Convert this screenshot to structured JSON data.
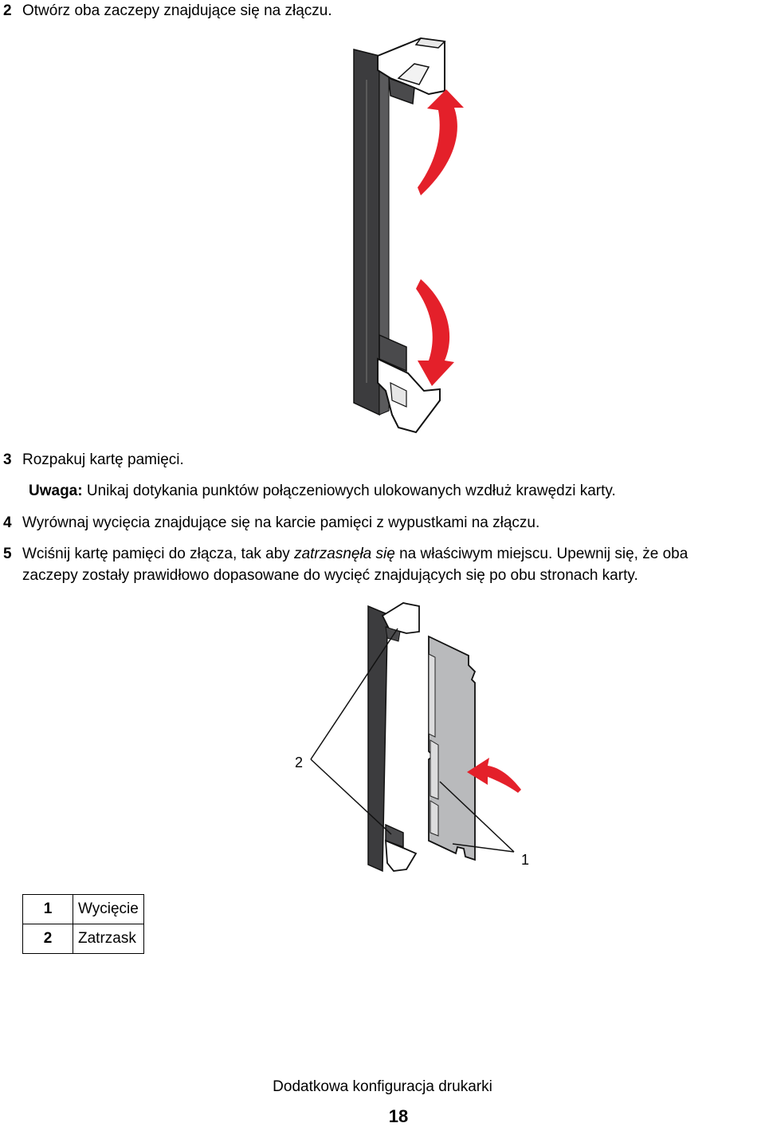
{
  "steps": [
    {
      "num": "2",
      "text": "Otwórz oba zaczepy znajdujące się na złączu."
    },
    {
      "num": "3",
      "text": "Rozpakuj kartę pamięci."
    },
    {
      "num": "4",
      "text": "Wyrównaj wycięcia znajdujące się na karcie pamięci z wypustkami na złączu."
    },
    {
      "num": "5",
      "text_before": "Wciśnij kartę pamięci do złącza, tak aby ",
      "text_italic": "zatrzasnęła się",
      "text_after": " na właściwym miejscu. Upewnij się, że oba",
      "text_line2": "zaczepy zostały prawidłowo dopasowane do wycięć znajdujących się po obu stronach karty."
    }
  ],
  "note": {
    "label": "Uwaga:",
    "text": " Unikaj dotykania punktów połączeniowych ulokowanych wzdłuż krawędzi karty."
  },
  "figure2": {
    "callout_latch": "2",
    "callout_notch": "1"
  },
  "legend": [
    {
      "num": "1",
      "label": "Wycięcie"
    },
    {
      "num": "2",
      "label": "Zatrzask"
    }
  ],
  "footer": {
    "title": "Dodatkowa konfiguracja drukarki",
    "page": "18"
  },
  "colors": {
    "accent_red": "#e4202a",
    "connector": "#3c3c3e",
    "card": "#b9babc"
  }
}
